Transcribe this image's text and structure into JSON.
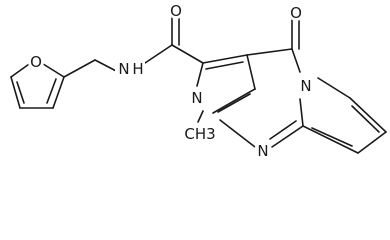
{
  "atoms": {
    "furan_oxygen": "O",
    "amide_oxygen": "O",
    "amide_nh": "N",
    "amide_h": "H",
    "pyrrole_n": "N",
    "methyl": "CH3",
    "pyrimidine_n": "N",
    "bridgehead_n": "N",
    "ketone_oxygen": "O"
  },
  "colors": {
    "bond": "#1a1a1a",
    "background": "#ffffff"
  }
}
